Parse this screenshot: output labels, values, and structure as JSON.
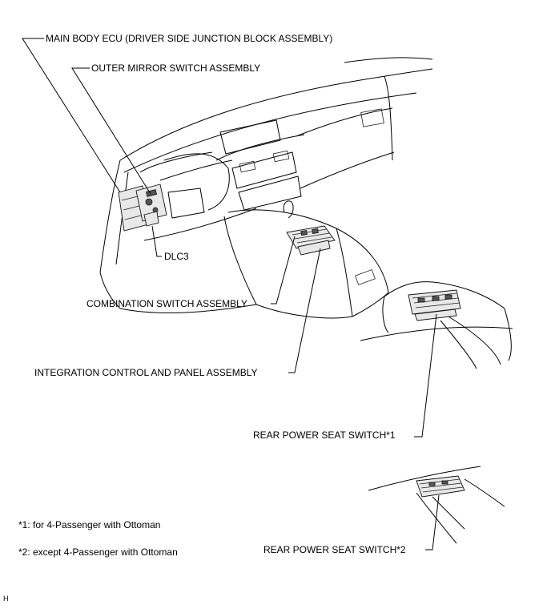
{
  "labels": {
    "main_body_ecu": "MAIN BODY ECU (DRIVER SIDE JUNCTION BLOCK ASSEMBLY)",
    "outer_mirror_switch": "OUTER MIRROR SWITCH ASSEMBLY",
    "dlc3": "DLC3",
    "combination_switch": "COMBINATION SWITCH ASSEMBLY",
    "integration_control": "INTEGRATION CONTROL AND PANEL ASSEMBLY",
    "rear_power_seat_switch_1": "REAR POWER SEAT SWITCH*1",
    "rear_power_seat_switch_2": "REAR POWER SEAT SWITCH*2"
  },
  "notes": {
    "note1": "*1: for 4-Passenger with Ottoman",
    "note2": "*2: except 4-Passenger with Ottoman"
  },
  "corner_code": "H"
}
